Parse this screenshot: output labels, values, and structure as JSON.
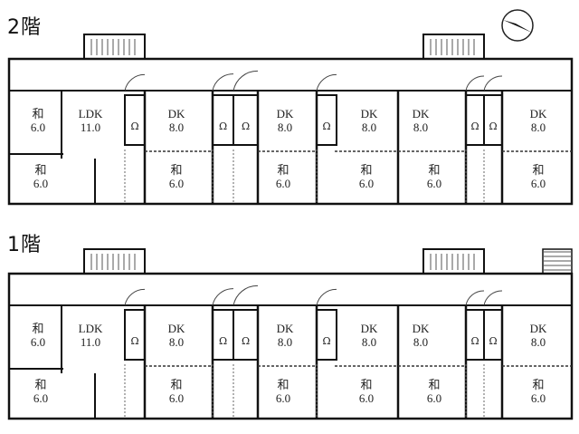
{
  "floors": [
    {
      "title": "2階",
      "rooms_top": [
        {
          "name": "和",
          "size": "6.0"
        },
        {
          "name": "LDK",
          "size": "11.0"
        },
        {
          "name": "DK",
          "size": "8.0"
        },
        {
          "name": "DK",
          "size": "8.0"
        },
        {
          "name": "DK",
          "size": "8.0"
        },
        {
          "name": "DK",
          "size": "8.0"
        },
        {
          "name": "DK",
          "size": "8.0"
        }
      ],
      "rooms_bottom": [
        {
          "name": "和",
          "size": "6.0"
        },
        {
          "name": "和",
          "size": "6.0"
        },
        {
          "name": "和",
          "size": "6.0"
        },
        {
          "name": "和",
          "size": "6.0"
        },
        {
          "name": "和",
          "size": "6.0"
        },
        {
          "name": "和",
          "size": "6.0"
        }
      ]
    },
    {
      "title": "1階",
      "rooms_top": [
        {
          "name": "和",
          "size": "6.0"
        },
        {
          "name": "LDK",
          "size": "11.0"
        },
        {
          "name": "DK",
          "size": "8.0"
        },
        {
          "name": "DK",
          "size": "8.0"
        },
        {
          "name": "DK",
          "size": "8.0"
        },
        {
          "name": "DK",
          "size": "8.0"
        },
        {
          "name": "DK",
          "size": "8.0"
        }
      ],
      "rooms_bottom": [
        {
          "name": "和",
          "size": "6.0"
        },
        {
          "name": "和",
          "size": "6.0"
        },
        {
          "name": "和",
          "size": "6.0"
        },
        {
          "name": "和",
          "size": "6.0"
        },
        {
          "name": "和",
          "size": "6.0"
        },
        {
          "name": "和",
          "size": "6.0"
        }
      ]
    }
  ]
}
